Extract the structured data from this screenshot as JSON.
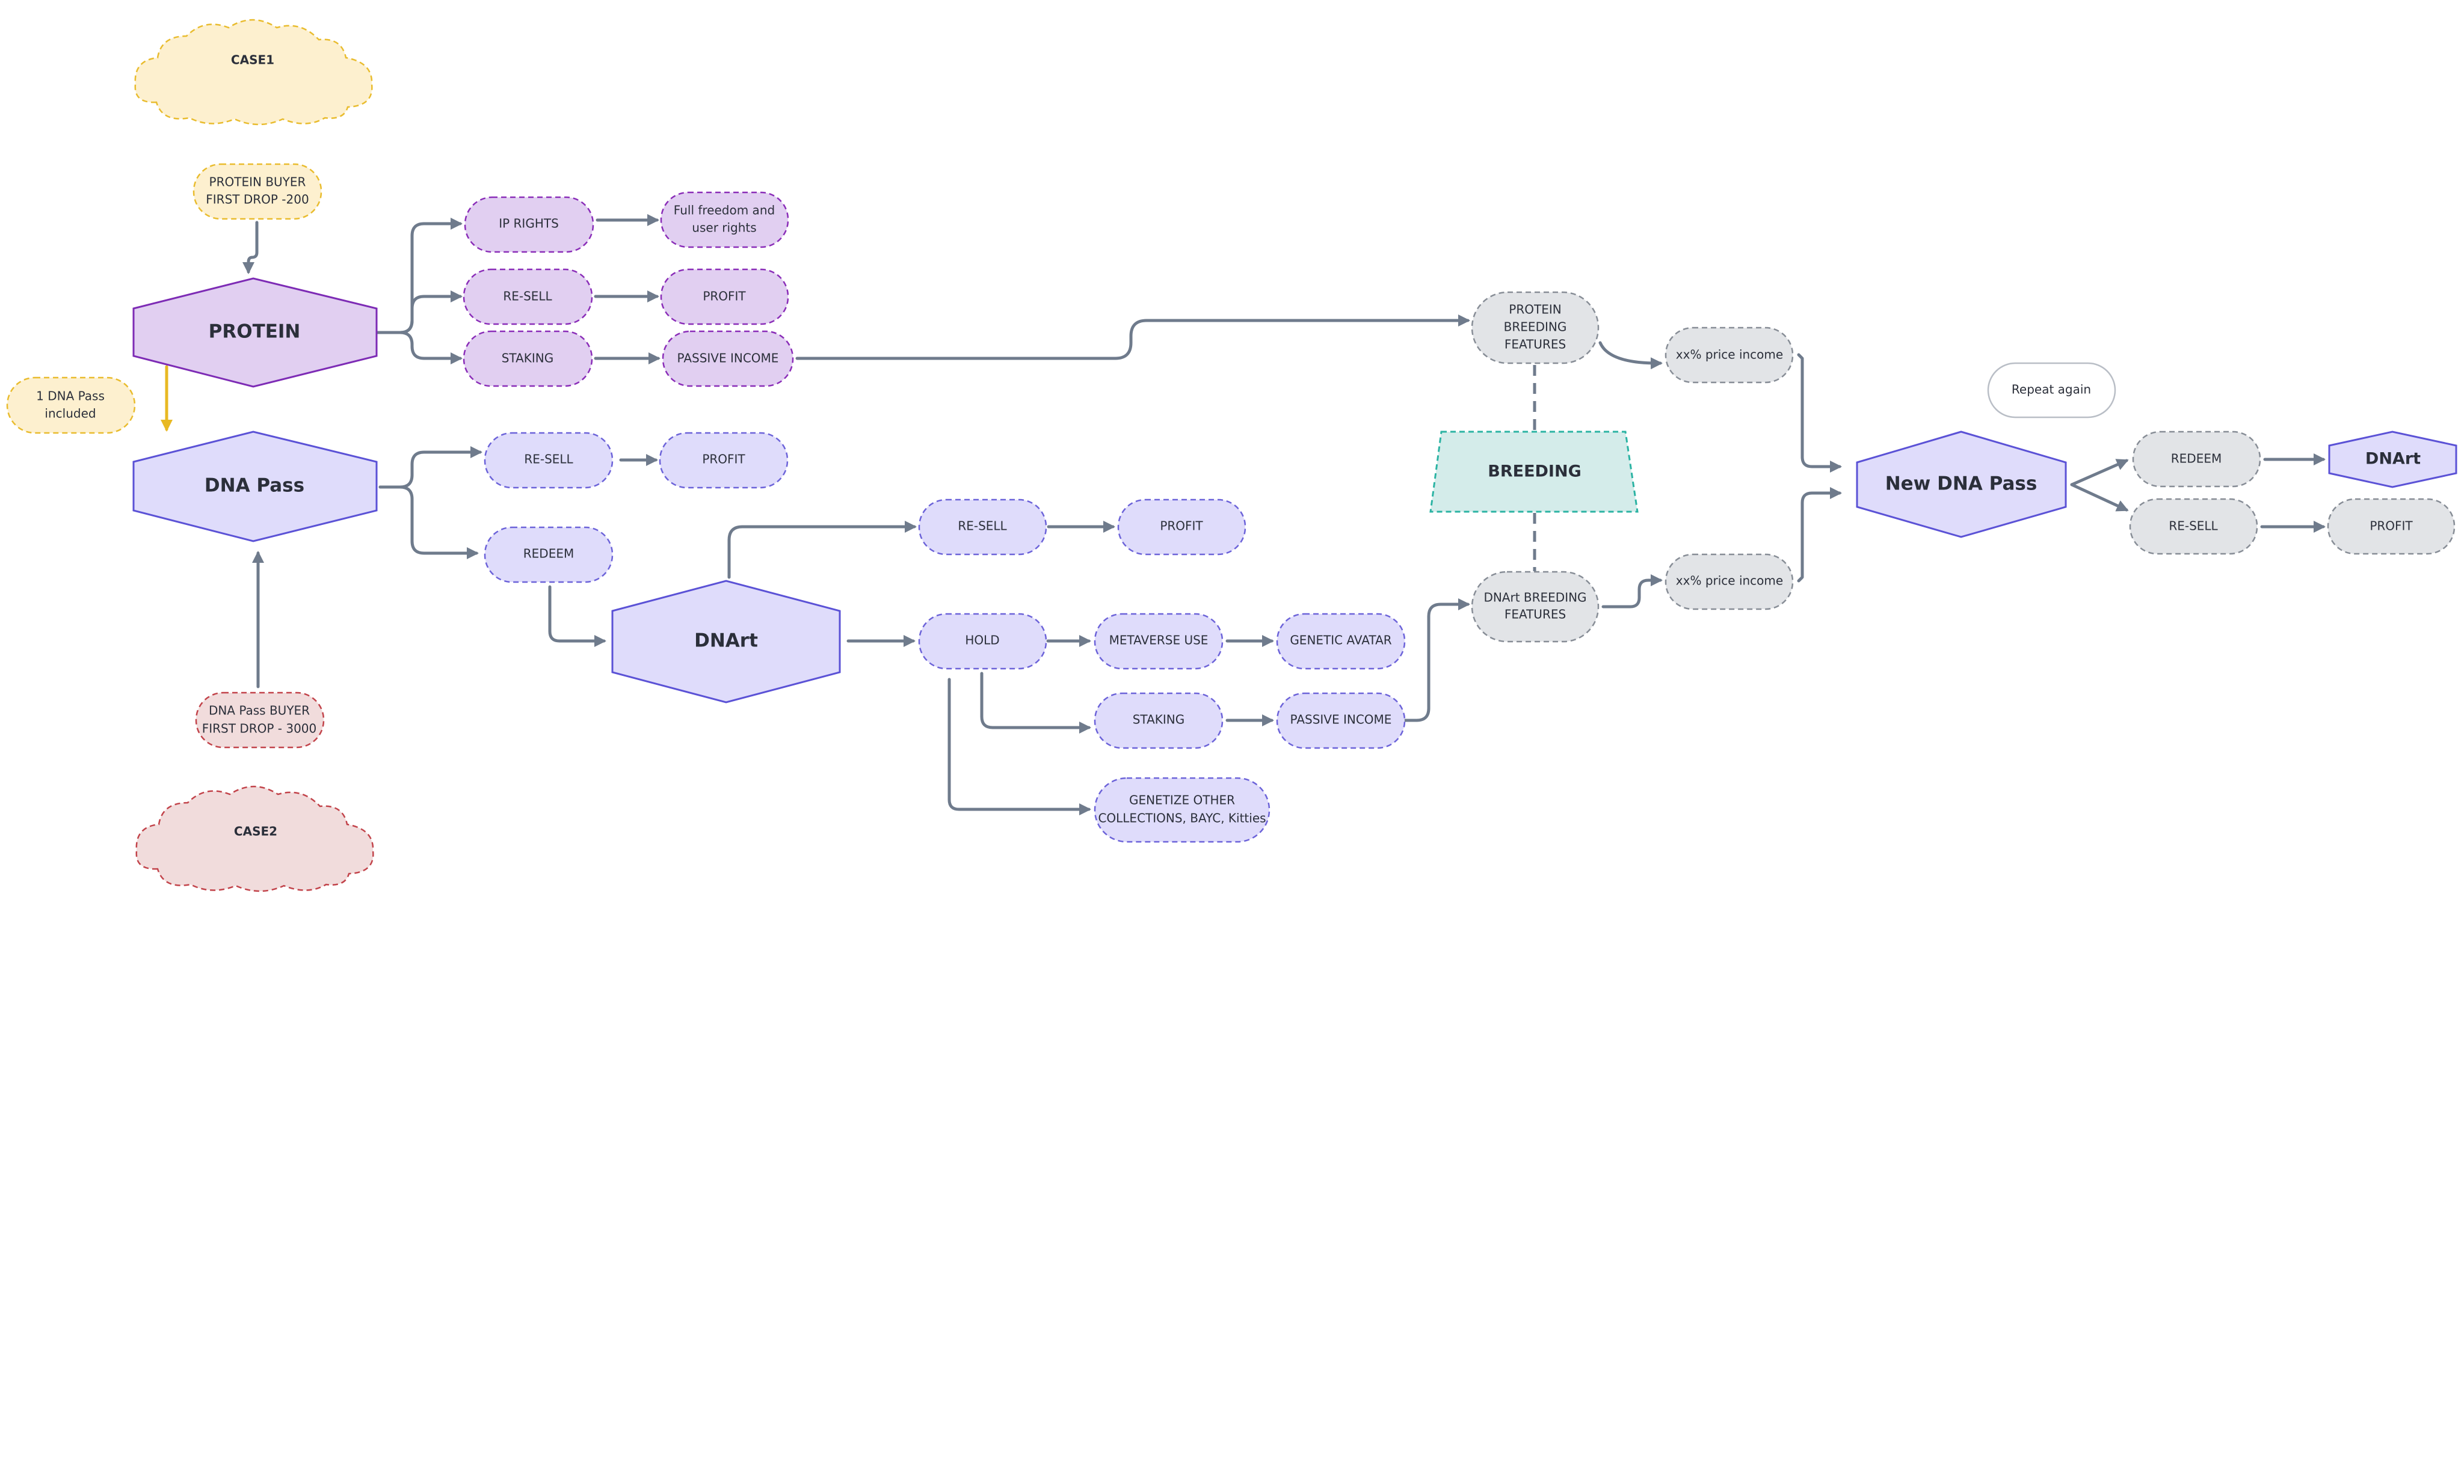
{
  "nodes": {
    "case1": "CASE1",
    "protein_buyer_line1": "PROTEIN BUYER",
    "protein_buyer_line2": "FIRST DROP -200",
    "protein": "PROTEIN",
    "dna_pass_included_line1": "1 DNA Pass",
    "dna_pass_included_line2": "included",
    "dna_pass": "DNA Pass",
    "dna_pass_buyer_line1": "DNA Pass BUYER",
    "dna_pass_buyer_line2": "FIRST DROP - 3000",
    "case2": "CASE2",
    "protein_ip_rights": "IP RIGHTS",
    "protein_full_freedom_line1": "Full freedom and",
    "protein_full_freedom_line2": "user rights",
    "protein_resell": "RE-SELL",
    "protein_profit": "PROFIT",
    "protein_staking": "STAKING",
    "protein_passive_income": "PASSIVE INCOME",
    "dna_resell": "RE-SELL",
    "dna_profit": "PROFIT",
    "dna_redeem": "REDEEM",
    "dnart": "DNArt",
    "dnart_resell": "RE-SELL",
    "dnart_profit": "PROFIT",
    "dnart_hold": "HOLD",
    "metaverse_use": "METAVERSE USE",
    "genetic_avatar": "GENETIC AVATAR",
    "dnart_staking": "STAKING",
    "dnart_passive_income": "PASSIVE INCOME",
    "genetize_line1": "GENETIZE OTHER",
    "genetize_line2": "COLLECTIONS, BAYC, Kitties",
    "protein_breeding_line1": "PROTEIN",
    "protein_breeding_line2": "BREEDING",
    "protein_breeding_line3": "FEATURES",
    "breeding": "BREEDING",
    "dnart_breeding_line1": "DNArt BREEDING",
    "dnart_breeding_line2": "FEATURES",
    "price_income_top": "xx% price income",
    "price_income_bottom": "xx% price income",
    "new_dna_pass": "New DNA Pass",
    "repeat_again": "Repeat again",
    "new_redeem": "REDEEM",
    "new_dnart": "DNArt",
    "new_resell": "RE-SELL",
    "new_profit": "PROFIT"
  },
  "colors": {
    "edge": "#6f7b8c",
    "edge_highlight": "#e8b923",
    "protein_fill": "#e1cff1",
    "lavender_fill": "#dfdcfb",
    "gray_fill": "#e2e4e7",
    "breeding_fill": "#d4ecea",
    "case1_fill": "#fdf0cf",
    "case2_fill": "#f1dcdc"
  }
}
